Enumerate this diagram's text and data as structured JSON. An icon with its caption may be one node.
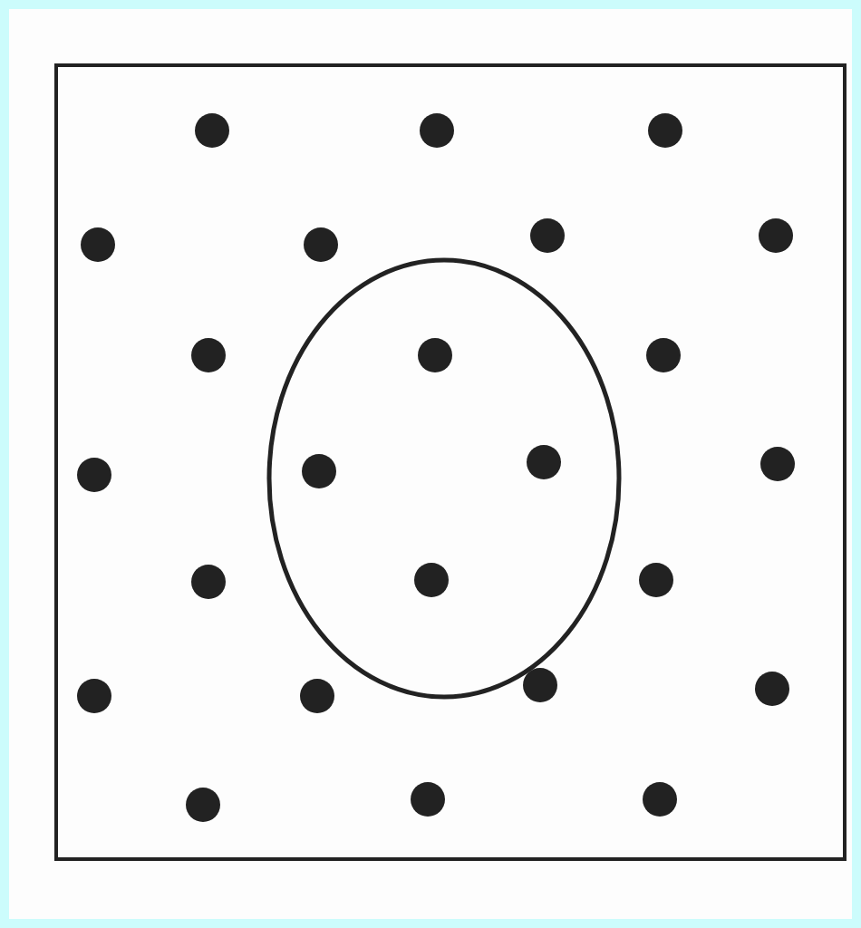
{
  "diagram": {
    "nodes": [
      {
        "text": [],
        "shape": "box"
      },
      {
        "text": [],
        "shape": "circle",
        "in": 0
      }
    ]
  }
}
